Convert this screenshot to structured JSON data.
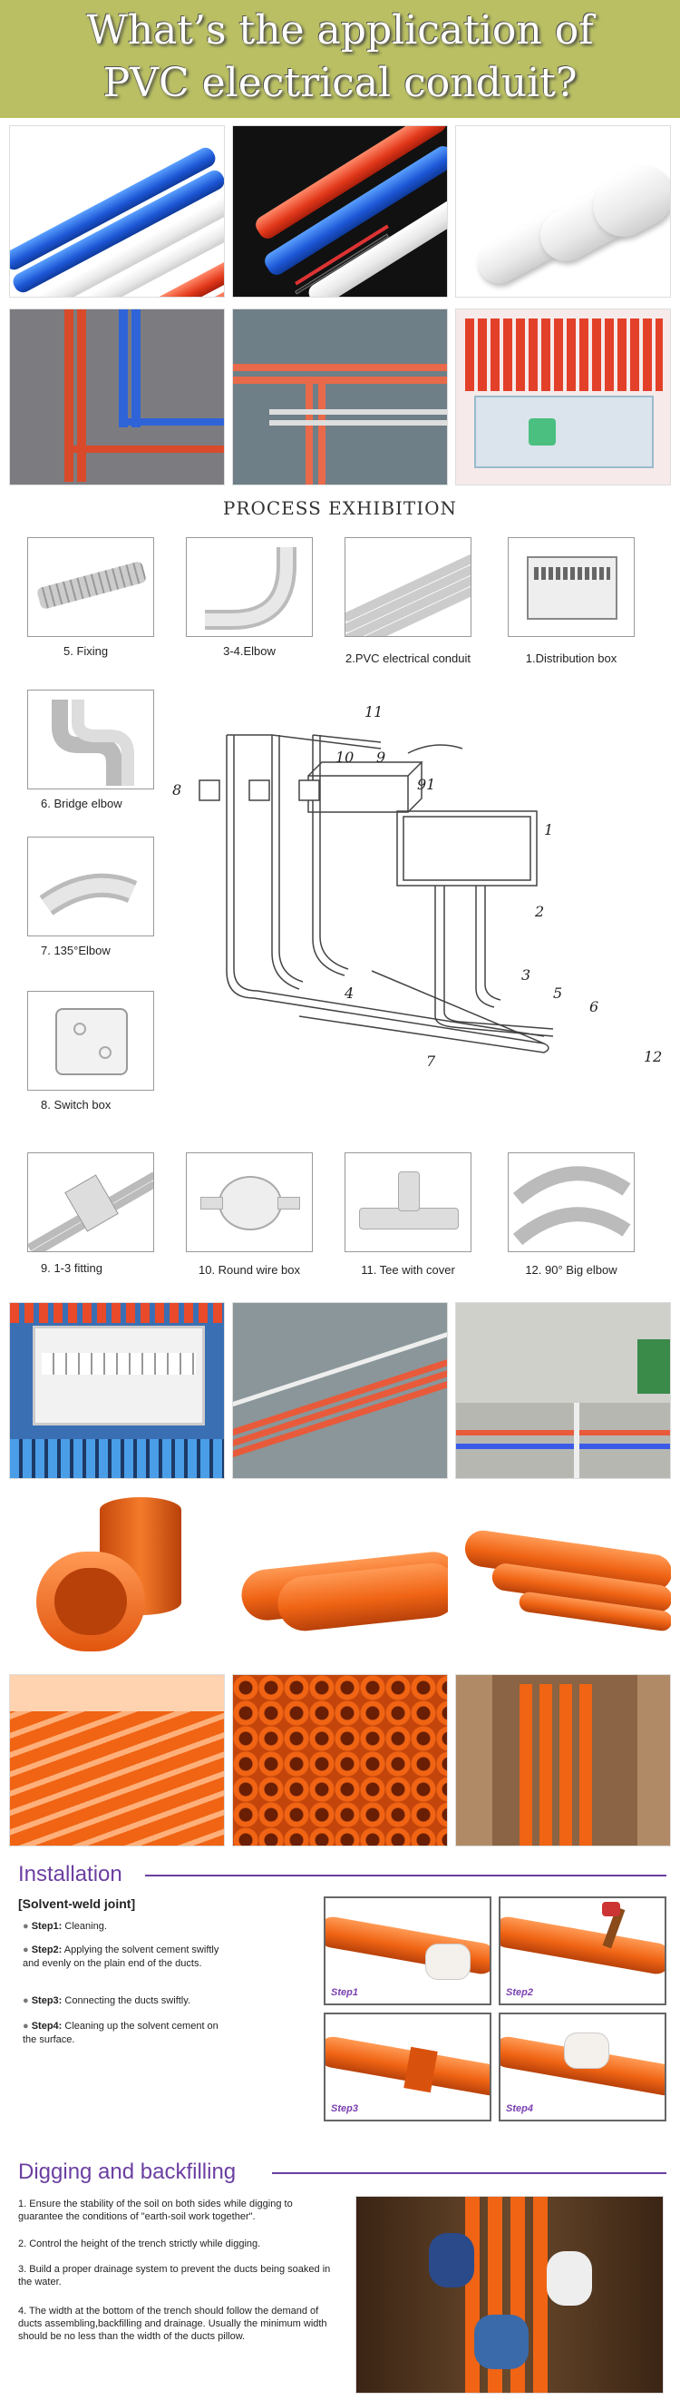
{
  "header": {
    "line1": "What’s the application of",
    "line2": "PVC electrical conduit?"
  },
  "process": {
    "title": "PROCESS EXHIBITION",
    "items": [
      {
        "label": "5.  Fixing"
      },
      {
        "label": "3-4.Elbow"
      },
      {
        "label": "2.PVC electrical conduit"
      },
      {
        "label": "1.Distribution box"
      },
      {
        "label": "6.  Bridge elbow"
      },
      {
        "label": "7.  135°Elbow"
      },
      {
        "label": "8.  Switch box"
      },
      {
        "label": "9.  1-3 fitting"
      },
      {
        "label": "10. Round wire box"
      },
      {
        "label": "11. Tee with cover"
      },
      {
        "label": "12. 90° Big elbow"
      }
    ],
    "diagram_numbers": [
      "11",
      "10",
      "9",
      "91",
      "1",
      "2",
      "3",
      "5",
      "6",
      "4",
      "12",
      "7",
      "8"
    ]
  },
  "installation": {
    "title": "Installation",
    "subtitle": "[Solvent-weld joint]",
    "steps": [
      {
        "label": "Step1:",
        "text": "Cleaning."
      },
      {
        "label": "Step2:",
        "text": "Applying the solvent cement swiftly and evenly on the plain end of the ducts."
      },
      {
        "label": "Step3:",
        "text": "Connecting the ducts swiftly."
      },
      {
        "label": "Step4:",
        "text": "Cleaning up the solvent cement on the surface."
      }
    ],
    "panel_labels": [
      "Step1",
      "Step2",
      "Step3",
      "Step4"
    ]
  },
  "digging": {
    "title": "Digging and backfilling",
    "points": [
      "1. Ensure the stability of the soil on both sides while digging to guarantee the conditions of \"earth-soil work together\".",
      "2. Control the height of the trench strictly while digging.",
      "3. Build a proper drainage system to prevent the ducts being soaked in the water.",
      "4. The width at the bottom of the trench should follow the demand of ducts assembling,backfilling and drainage. Usually the minimum width should be no less than the width of the ducts pillow."
    ]
  },
  "colors": {
    "header_bg": "#b9bf62",
    "accent": "#6b3fa0",
    "orange_pipe": "#f06414"
  }
}
